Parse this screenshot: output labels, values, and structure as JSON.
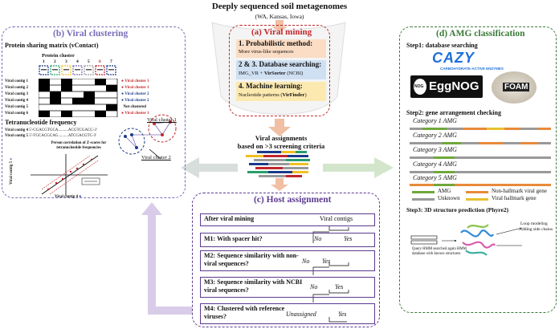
{
  "header": {
    "title": "Deeply sequenced soil metagenomes",
    "subtitle": "(WA, Kansas, Iowa)"
  },
  "colors": {
    "mining": "#c0262b",
    "clustering": "#7a6bb8",
    "host": "#5b3a8f",
    "amg": "#3a7a3a",
    "arrow": "#f0bfa4",
    "arrow_gray": "#d7dedb",
    "arrow_green": "#d3e6cc",
    "arrow_purple": "#d9cce9"
  },
  "mining": {
    "title": "(a) Viral mining",
    "items": [
      {
        "head": "1. Probabilistic method:",
        "sub": "More virus-like sequences",
        "bg": "#fbdcc4"
      },
      {
        "head": "2 & 3. Database searching:",
        "sub_a": "IMG_VR + ",
        "sub_b": "VirSorter",
        "sub_c": " (NCBI)",
        "bg": "#cfe0f3"
      },
      {
        "head": "4. Machine learning:",
        "sub_a": "Nucleotide patterns (",
        "sub_b": "VirFinder",
        "sub_c": ")",
        "bg": "#fbe9b0"
      }
    ]
  },
  "assign": {
    "line1": "Viral assignments",
    "line2": "based on >3 screening criteria"
  },
  "clustering": {
    "title": "(b) Viral clustering",
    "matrix_title": "Protein sharing matrix (vContact)",
    "protein_cluster": "Protein cluster",
    "col_nums": [
      "1",
      "2",
      "3",
      "4",
      "5",
      "6",
      "7"
    ],
    "contigs": [
      "Viral contig 1",
      "Viral contig 2",
      "Viral contig 3",
      "Viral contig 4",
      "Viral contig 5",
      "Viral contig 6"
    ],
    "cluster_labels": [
      "Viral cluster 1",
      "Viral cluster 1",
      "Viral cluster 2",
      "Viral cluster 2",
      "Not clustered",
      "Viral cluster 1"
    ],
    "tetra_title": "Tetranucleotide frequency",
    "tetra_rows": [
      {
        "name": "Viral contig 4",
        "seq": "5'-CGACGTGCA..........ACGTCGACC-3'"
      },
      {
        "name": "Viral contig 5",
        "seq": "5'-TGCACGCAG..........ATCGACGTC-3'"
      }
    ],
    "corr_title": "Person correlation of Z-scores for tetranucleotide frequencies",
    "y_axis": "Viral contig 5",
    "x_axis": "Viral contig 4",
    "vc1": "Viral cluster 1",
    "vc2": "Viral cluster 2"
  },
  "host": {
    "title": "(c) Host assignment",
    "rows": [
      {
        "q": "After viral mining",
        "a1": "",
        "a2": "Viral contigs"
      },
      {
        "q": "M1: With spacer hit?",
        "a1": "No",
        "a2": "Yes"
      },
      {
        "q": "M2: Sequence similarity with non-viral sequences?",
        "a1": "No",
        "a2": "Yes"
      },
      {
        "q": "M3: Sequence similarity with NCBI viral sequences?",
        "a1": "No",
        "a2": "Yes"
      },
      {
        "q": "M4: Clustered with reference viruses?",
        "a1": "Unassigned",
        "a2": "Yes"
      }
    ]
  },
  "amg": {
    "title": "(d) AMG classification",
    "step1": "Step1: database searching",
    "cazy": "CAZY",
    "cazy_sub": "CARBOHYDRATE-ACTIVE ENZYMES",
    "eggnog": "EggNOG",
    "nog": "NOG",
    "foam": "FOAM",
    "step2": "Step2: gene arrangement checking",
    "categories": [
      "Category 1 AMG",
      "Category 2 AMG",
      "Category 3 AMG",
      "Category 4 AMG",
      "Category 5 AMG"
    ],
    "legend": [
      "AMG",
      "Non-hallmark viral gene",
      "Unknown",
      "Viral hallmark gene"
    ],
    "step3": "Step3: 3D structure prediction (Phyre2)",
    "loop1": "Loop modeling",
    "loop2": "Adding side chains",
    "query": "Query HMM searched again HMM database with known structures"
  }
}
